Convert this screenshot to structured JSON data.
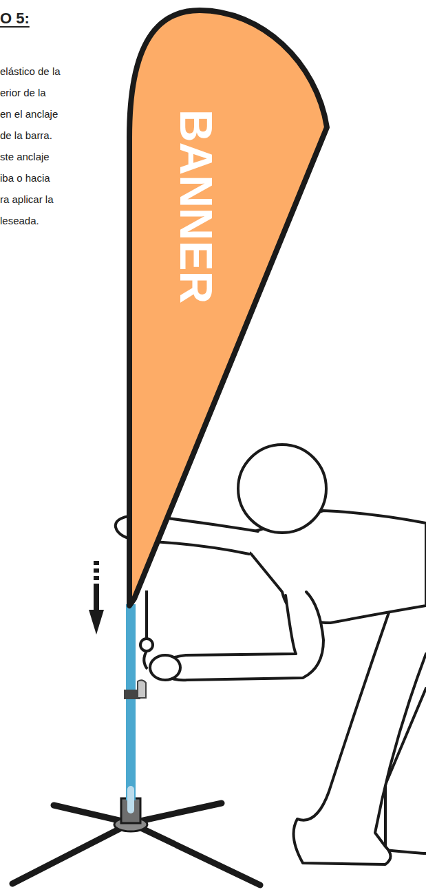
{
  "diagram": {
    "title": "O 5:",
    "nodes": [
      {
        "text": [
          "BANNER"
        ]
      }
    ],
    "labels": [
      "elástico de la erior de la en el anclaje de la barra. ste anclaje iba o hacia ra aplicar la leseada."
    ]
  }
}
